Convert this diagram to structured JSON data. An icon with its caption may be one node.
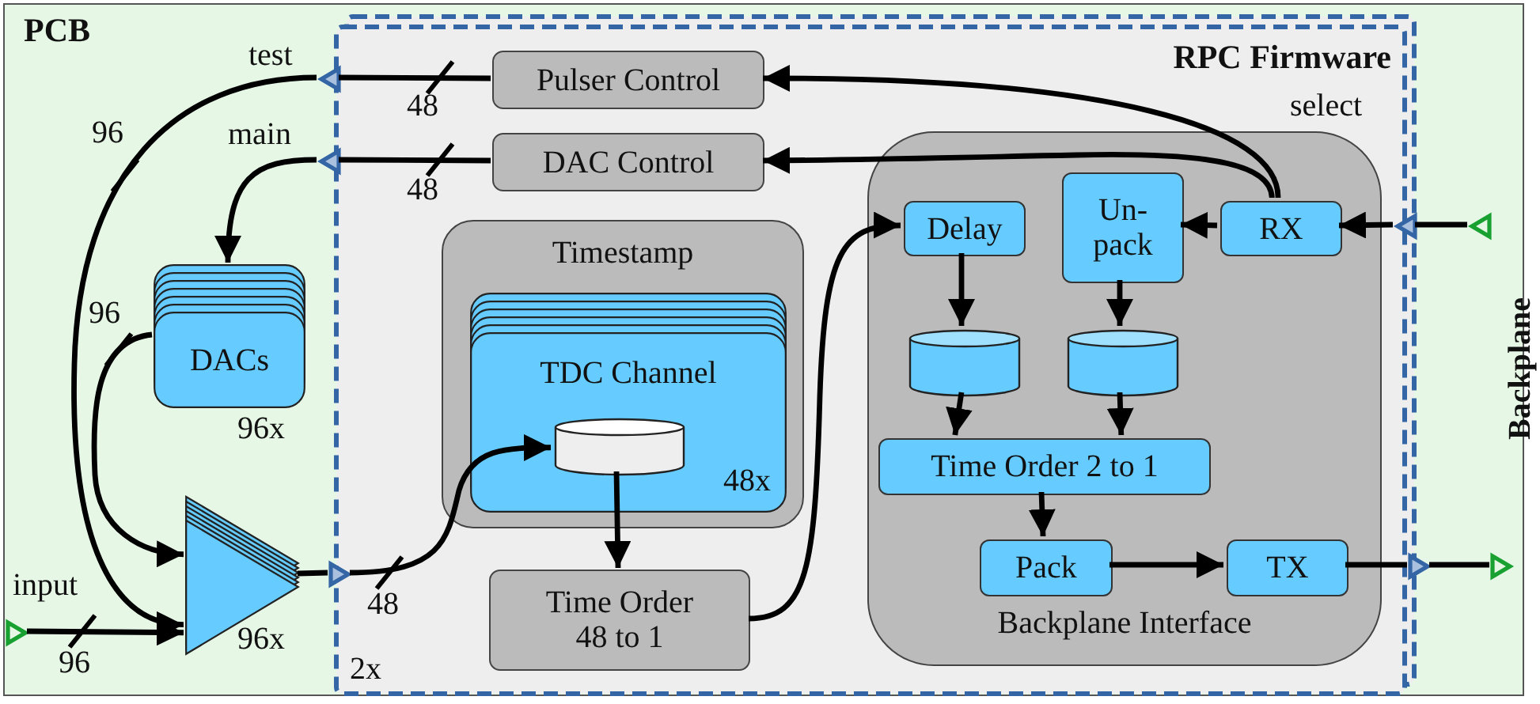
{
  "diagram": {
    "nodes": [
      {
        "text": [
          "PCB"
        ]
      },
      {
        "text": [
          "RPC Firmware",
          "2x"
        ],
        "in": 0
      },
      {
        "text": [
          "Pulser Control"
        ],
        "in": 1
      },
      {
        "text": [
          "DAC Control"
        ],
        "in": 1
      },
      {
        "text": [
          "Timestamp"
        ],
        "in": 1
      },
      {
        "text": [
          "TDC Channel",
          "48x"
        ],
        "in": 4
      },
      {
        "text": [],
        "shape": "cylinder",
        "in": 5
      },
      {
        "text": [
          "Time Order 48 to 1"
        ],
        "in": 1
      },
      {
        "text": [
          "Backplane Interface"
        ],
        "in": 1
      },
      {
        "text": [
          "Delay"
        ],
        "in": 8
      },
      {
        "text": [
          "Un- pack"
        ],
        "in": 8
      },
      {
        "text": [
          "RX"
        ],
        "in": 8
      },
      {
        "text": [],
        "shape": "cylinder",
        "in": 8
      },
      {
        "text": [],
        "shape": "cylinder",
        "in": 8
      },
      {
        "text": [
          "Time Order 2 to 1"
        ],
        "in": 8
      },
      {
        "text": [
          "Pack"
        ],
        "in": 8
      },
      {
        "text": [
          "TX"
        ],
        "in": 8
      },
      {
        "text": [
          "DACs"
        ],
        "in": 0,
        "beside": [
          "96x"
        ]
      },
      {
        "text": [],
        "shape": "triangle",
        "in": 0,
        "beside": [
          "96x"
        ]
      },
      {
        "text": [],
        "shape": "triangle",
        "in": 0,
        "beside": [
          "test"
        ]
      },
      {
        "text": [],
        "shape": "triangle",
        "in": 0,
        "beside": [
          "main"
        ]
      },
      {
        "text": [],
        "shape": "triangle",
        "in": 0
      },
      {
        "text": [],
        "shape": "triangle",
        "in": 0,
        "beside": [
          "input"
        ]
      },
      {
        "text": [],
        "shape": "triangle",
        "in": 1
      },
      {
        "text": [],
        "shape": "triangle",
        "in": 0
      },
      {
        "text": [],
        "shape": "triangle",
        "in": 0
      },
      {
        "text": [],
        "shape": "triangle",
        "in": 0
      }
    ],
    "edges": [
      {
        "from": 2,
        "to": 19,
        "arrow": "none",
        "label": "48"
      },
      {
        "from": 19,
        "to": 18,
        "arrow": "to",
        "label": "96"
      },
      {
        "from": 3,
        "to": 20,
        "arrow": "none",
        "label": "48"
      },
      {
        "from": 20,
        "to": 17,
        "arrow": "to"
      },
      {
        "from": 17,
        "to": 18,
        "arrow": "to",
        "label": "96"
      },
      {
        "from": 22,
        "to": 18,
        "arrow": "to",
        "label": "96"
      },
      {
        "from": 18,
        "to": 21,
        "arrow": "none"
      },
      {
        "from": 21,
        "to": 6,
        "arrow": "to",
        "label": "48"
      },
      {
        "from": 6,
        "to": 7,
        "arrow": "to"
      },
      {
        "from": 7,
        "to": 9,
        "arrow": "to"
      },
      {
        "from": 11,
        "to": 2,
        "arrow": "to"
      },
      {
        "from": 11,
        "to": 3,
        "arrow": "to"
      },
      {
        "from": 11,
        "to": 10,
        "arrow": "to"
      },
      {
        "from": 23,
        "to": 11,
        "arrow": "to"
      },
      {
        "from": 24,
        "to": 23,
        "arrow": "none"
      },
      {
        "from": 9,
        "to": 12,
        "arrow": "to"
      },
      {
        "from": 10,
        "to": 13,
        "arrow": "to"
      },
      {
        "from": 12,
        "to": 14,
        "arrow": "to"
      },
      {
        "from": 13,
        "to": 14,
        "arrow": "to"
      },
      {
        "from": 14,
        "to": 15,
        "arrow": "to"
      },
      {
        "from": 15,
        "to": 16,
        "arrow": "to"
      },
      {
        "from": 16,
        "to": 25,
        "arrow": "none"
      },
      {
        "from": 25,
        "to": 26,
        "arrow": "none"
      }
    ],
    "labels": [
      "select",
      "Backplane"
    ]
  }
}
